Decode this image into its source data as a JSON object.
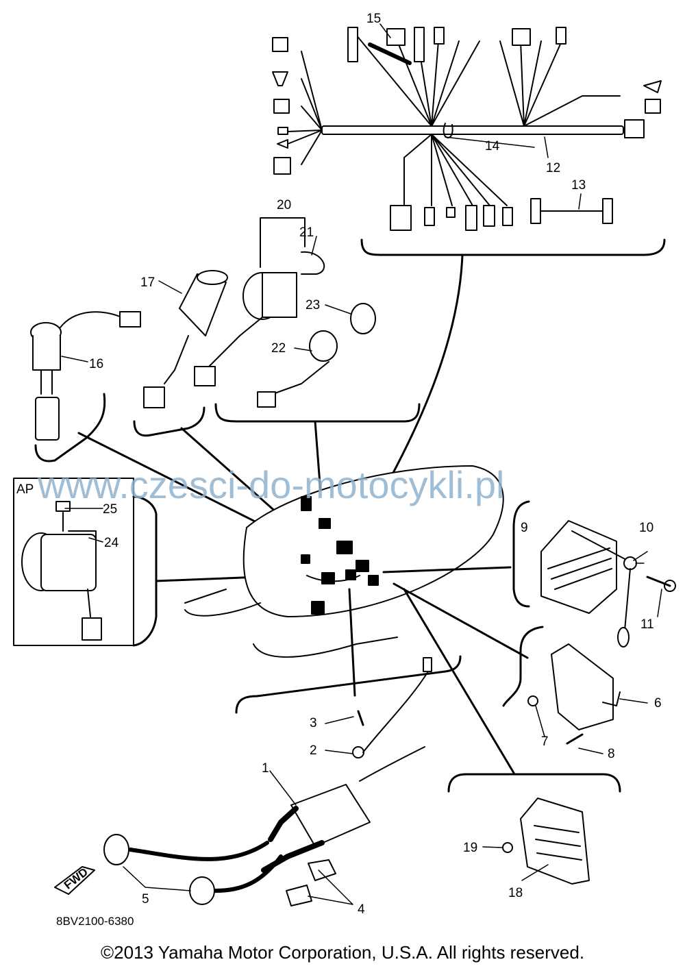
{
  "callouts": {
    "c1": "1",
    "c2": "2",
    "c3": "3",
    "c4": "4",
    "c5": "5",
    "c6": "6",
    "c7": "7",
    "c8": "8",
    "c9": "9",
    "c10": "10",
    "c11": "11",
    "c12": "12",
    "c13": "13",
    "c14": "14",
    "c15": "15",
    "c16": "16",
    "c17": "17",
    "c18": "18",
    "c19": "19",
    "c20": "20",
    "c21": "21",
    "c22": "22",
    "c23": "23",
    "c24": "24",
    "c25": "25"
  },
  "inset_label": "AP",
  "fwd_label": "FWD",
  "diagram_code": "8BV2100-6380",
  "watermark": "www.czesci-do-motocykli.pl",
  "copyright": "©2013 Yamaha Motor Corporation, U.S.A. All rights reserved."
}
